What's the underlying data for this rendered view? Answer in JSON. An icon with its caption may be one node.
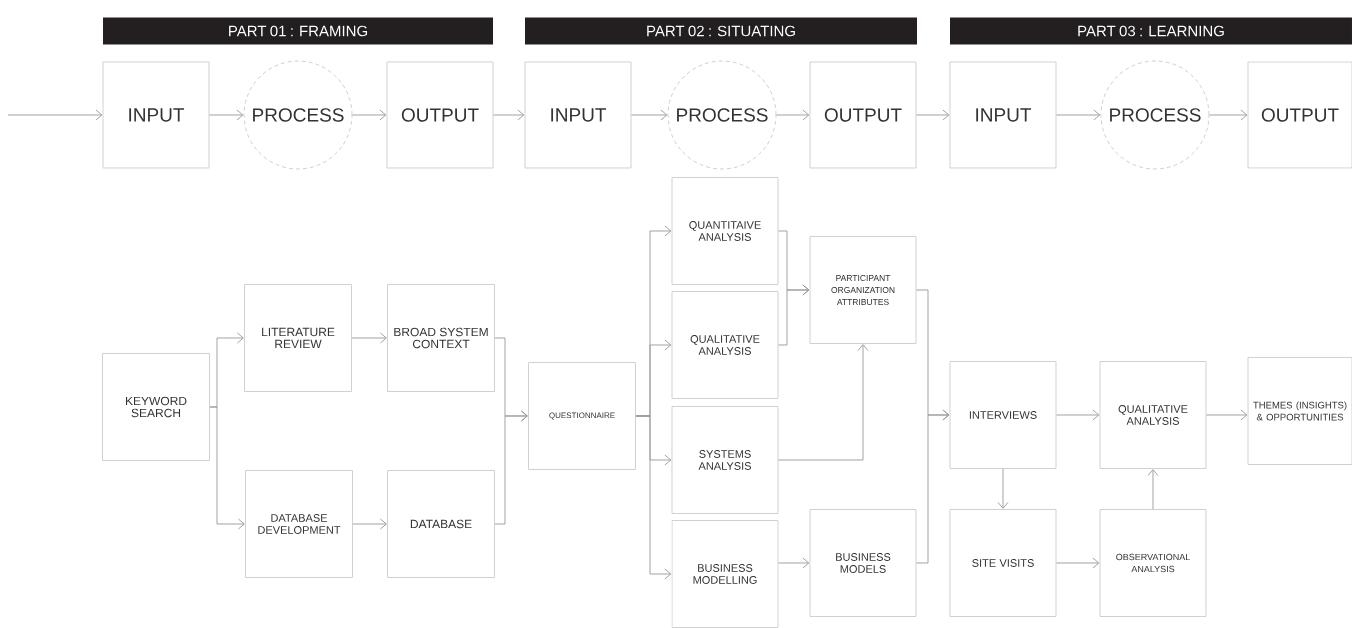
{
  "diagram": {
    "nodes": [
      {
        "text": [
          "PART 01 : FRAMING"
        ]
      },
      {
        "text": [
          "PART 02 : SITUATING"
        ]
      },
      {
        "text": [
          "PART 03 : LEARNING"
        ]
      },
      {
        "text": [
          "INPUT"
        ]
      },
      {
        "text": [
          "PROCESS"
        ]
      },
      {
        "text": [
          "OUTPUT"
        ]
      },
      {
        "text": [
          "INPUT"
        ]
      },
      {
        "text": [
          "PROCESS"
        ]
      },
      {
        "text": [
          "OUTPUT"
        ]
      },
      {
        "text": [
          "INPUT"
        ]
      },
      {
        "text": [
          "PROCESS"
        ]
      },
      {
        "text": [
          "OUTPUT"
        ]
      },
      {
        "text": [
          "KEYWORD SEARCH"
        ]
      },
      {
        "text": [
          "LITERATURE REVIEW"
        ]
      },
      {
        "text": [
          "BROAD SYSTEM CONTEXT"
        ]
      },
      {
        "text": [
          "DATABASE DEVELOPMENT"
        ]
      },
      {
        "text": [
          "DATABASE"
        ]
      },
      {
        "text": [
          "QUESTIONNAIRE"
        ]
      },
      {
        "text": [
          "QUANTITAIVE ANALYSIS"
        ]
      },
      {
        "text": [
          "QUALITATIVE ANALYSIS"
        ]
      },
      {
        "text": [
          "SYSTEMS ANALYSIS"
        ]
      },
      {
        "text": [
          "BUSINESS MODELLING"
        ]
      },
      {
        "text": [
          "PARTICIPANT ORGANIZATION ATTRIBUTES"
        ]
      },
      {
        "text": [
          "BUSINESS MODELS"
        ]
      },
      {
        "text": [
          "INTERVIEWS"
        ]
      },
      {
        "text": [
          "QUALITATIVE ANALYSIS"
        ]
      },
      {
        "text": [
          "THEMES (INSIGHTS) & OPPORTUNITIES"
        ]
      },
      {
        "text": [
          "SITE VISITS"
        ]
      },
      {
        "text": [
          "OBSERVATIONAL ANALYSIS"
        ]
      }
    ],
    "edges": [
      {
        "from": null,
        "to": 3,
        "arrow": "to"
      },
      {
        "from": 3,
        "to": 4,
        "arrow": "to"
      },
      {
        "from": 4,
        "to": 5,
        "arrow": "to"
      },
      {
        "from": 5,
        "to": 6,
        "arrow": "to"
      },
      {
        "from": 6,
        "to": 7,
        "arrow": "to"
      },
      {
        "from": 7,
        "to": 8,
        "arrow": "to"
      },
      {
        "from": 8,
        "to": 9,
        "arrow": "to"
      },
      {
        "from": 9,
        "to": 10,
        "arrow": "to"
      },
      {
        "from": 10,
        "to": 11,
        "arrow": "to"
      },
      {
        "from": 12,
        "to": 13,
        "arrow": "to"
      },
      {
        "from": 12,
        "to": 15,
        "arrow": "to"
      },
      {
        "from": 13,
        "to": 14,
        "arrow": "to"
      },
      {
        "from": 15,
        "to": 16,
        "arrow": "to"
      },
      {
        "from": 14,
        "to": 17,
        "arrow": "to"
      },
      {
        "from": 16,
        "to": 17,
        "arrow": "to"
      },
      {
        "from": 17,
        "to": 18,
        "arrow": "to"
      },
      {
        "from": 17,
        "to": 19,
        "arrow": "to"
      },
      {
        "from": 17,
        "to": 20,
        "arrow": "to"
      },
      {
        "from": 17,
        "to": 21,
        "arrow": "to"
      },
      {
        "from": 18,
        "to": 22,
        "arrow": "to"
      },
      {
        "from": 19,
        "to": 22,
        "arrow": "to"
      },
      {
        "from": 20,
        "to": 22,
        "arrow": "to"
      },
      {
        "from": 21,
        "to": 23,
        "arrow": "to"
      },
      {
        "from": 22,
        "to": 24,
        "arrow": "to"
      },
      {
        "from": 23,
        "to": 24,
        "arrow": "to"
      },
      {
        "from": 24,
        "to": 25,
        "arrow": "to"
      },
      {
        "from": 24,
        "to": 27,
        "arrow": "to"
      },
      {
        "from": 27,
        "to": 28,
        "arrow": "to"
      },
      {
        "from": 28,
        "to": 25,
        "arrow": "to"
      },
      {
        "from": 25,
        "to": 26,
        "arrow": "to"
      }
    ]
  }
}
